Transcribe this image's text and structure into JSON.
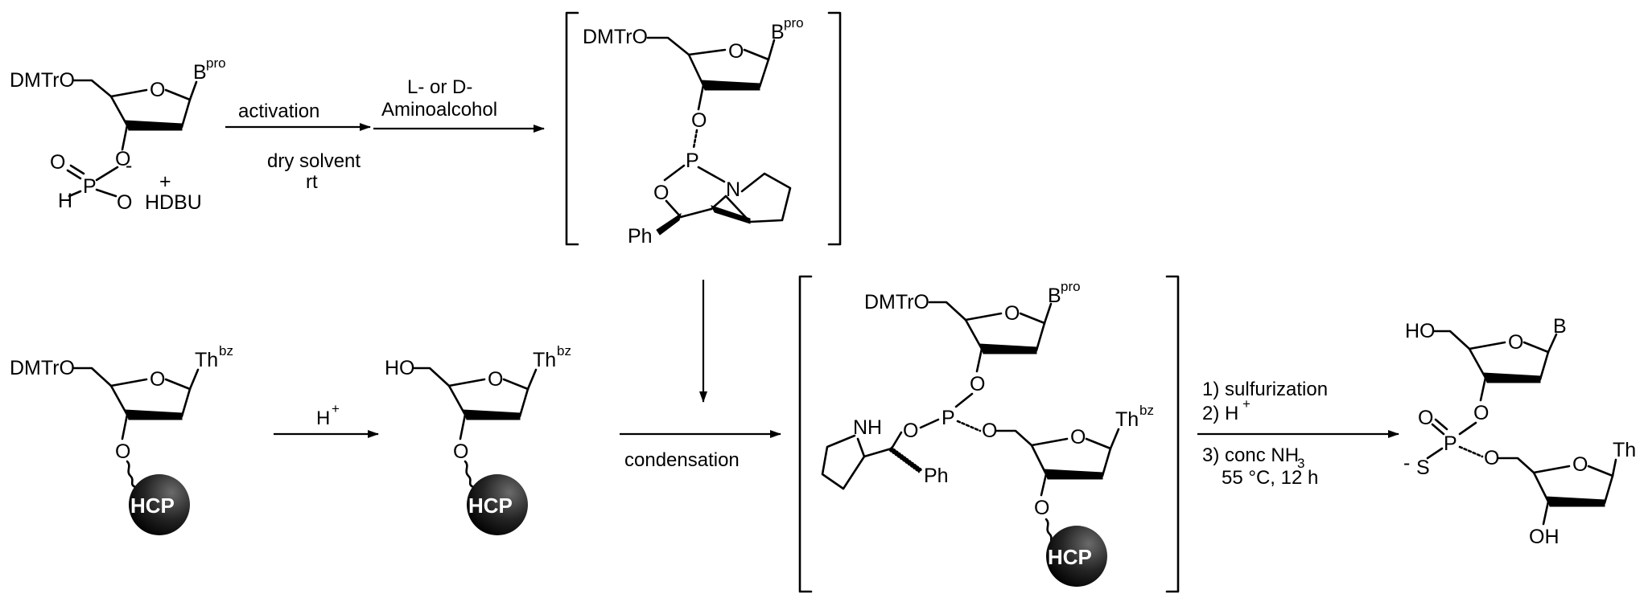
{
  "labels": {
    "dmtro": "DMTrO",
    "ho": "HO",
    "oh": "OH",
    "o": "O",
    "p": "P",
    "n": "N",
    "nh": "NH",
    "h": "H",
    "s": "S",
    "ph": "Ph",
    "b": "B",
    "pro": "pro",
    "th": "Th",
    "bz": "bz",
    "minus": "-",
    "plus": "+",
    "hdbu": "HDBU",
    "hcp": "HCP"
  },
  "conditions": {
    "activation": "activation",
    "dry_solvent": "dry solvent",
    "rt": "rt",
    "aminoalcohol_1": "L- or D-",
    "aminoalcohol_2": "Aminoalcohol",
    "acid": "H",
    "acid_sup": "+",
    "condensation": "condensation",
    "final_1": "1) sulfurization",
    "final_2": "2) H",
    "final_2_sup": "+",
    "final_3": "3) conc NH",
    "final_3_sub": "3",
    "final_4": "55 °C, 12 h"
  }
}
